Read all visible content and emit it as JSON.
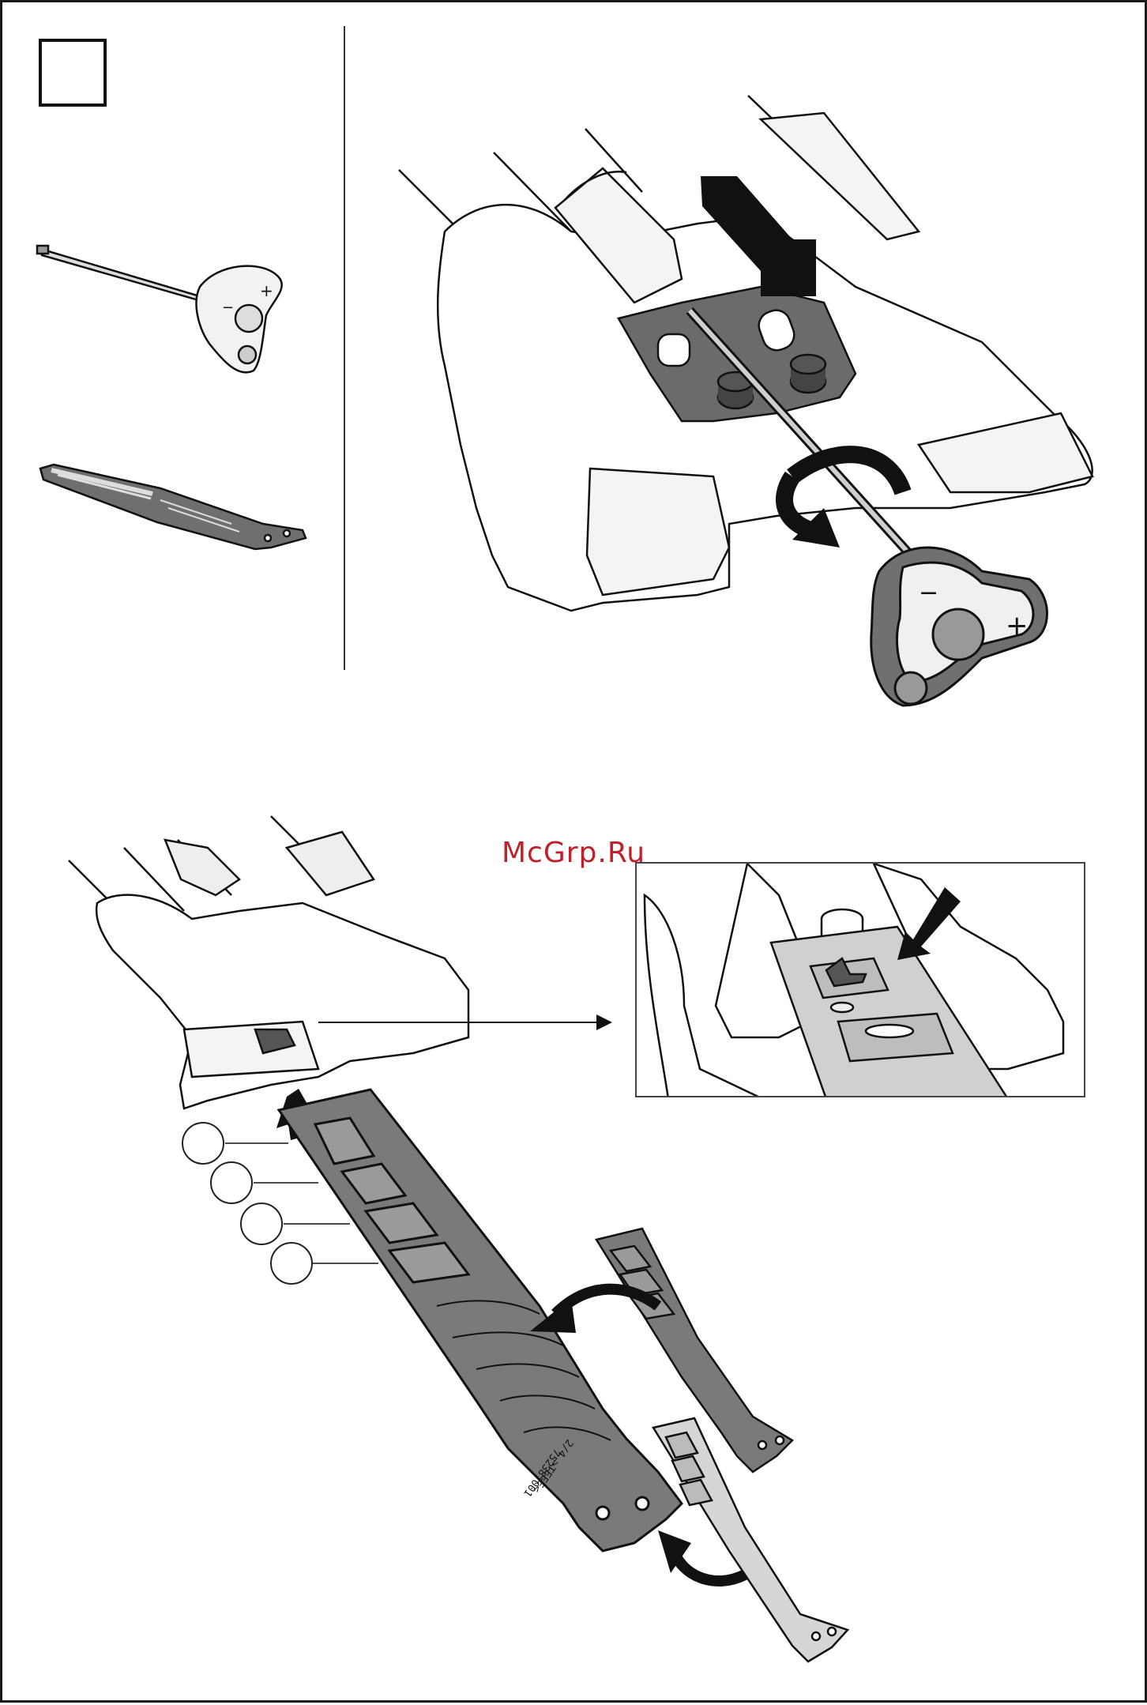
{
  "step": {
    "number": ""
  },
  "watermark": "McGrp.Ru",
  "strap_print": {
    "line1": "752387001",
    "line2": "2/4 >TEEE<"
  },
  "callouts": [
    "",
    "",
    "",
    ""
  ],
  "colors": {
    "strap_dark": "#7a7a7a",
    "strap_light": "#d6d6d6",
    "tool_body": "#eeeeee",
    "base_dark": "#6b6b6b",
    "outline": "#111111",
    "watermark": "#c0202a"
  },
  "icons": [
    "allen-key-icon",
    "rubber-strap-icon",
    "rotate-arrow-icon",
    "push-arrow-icon"
  ]
}
